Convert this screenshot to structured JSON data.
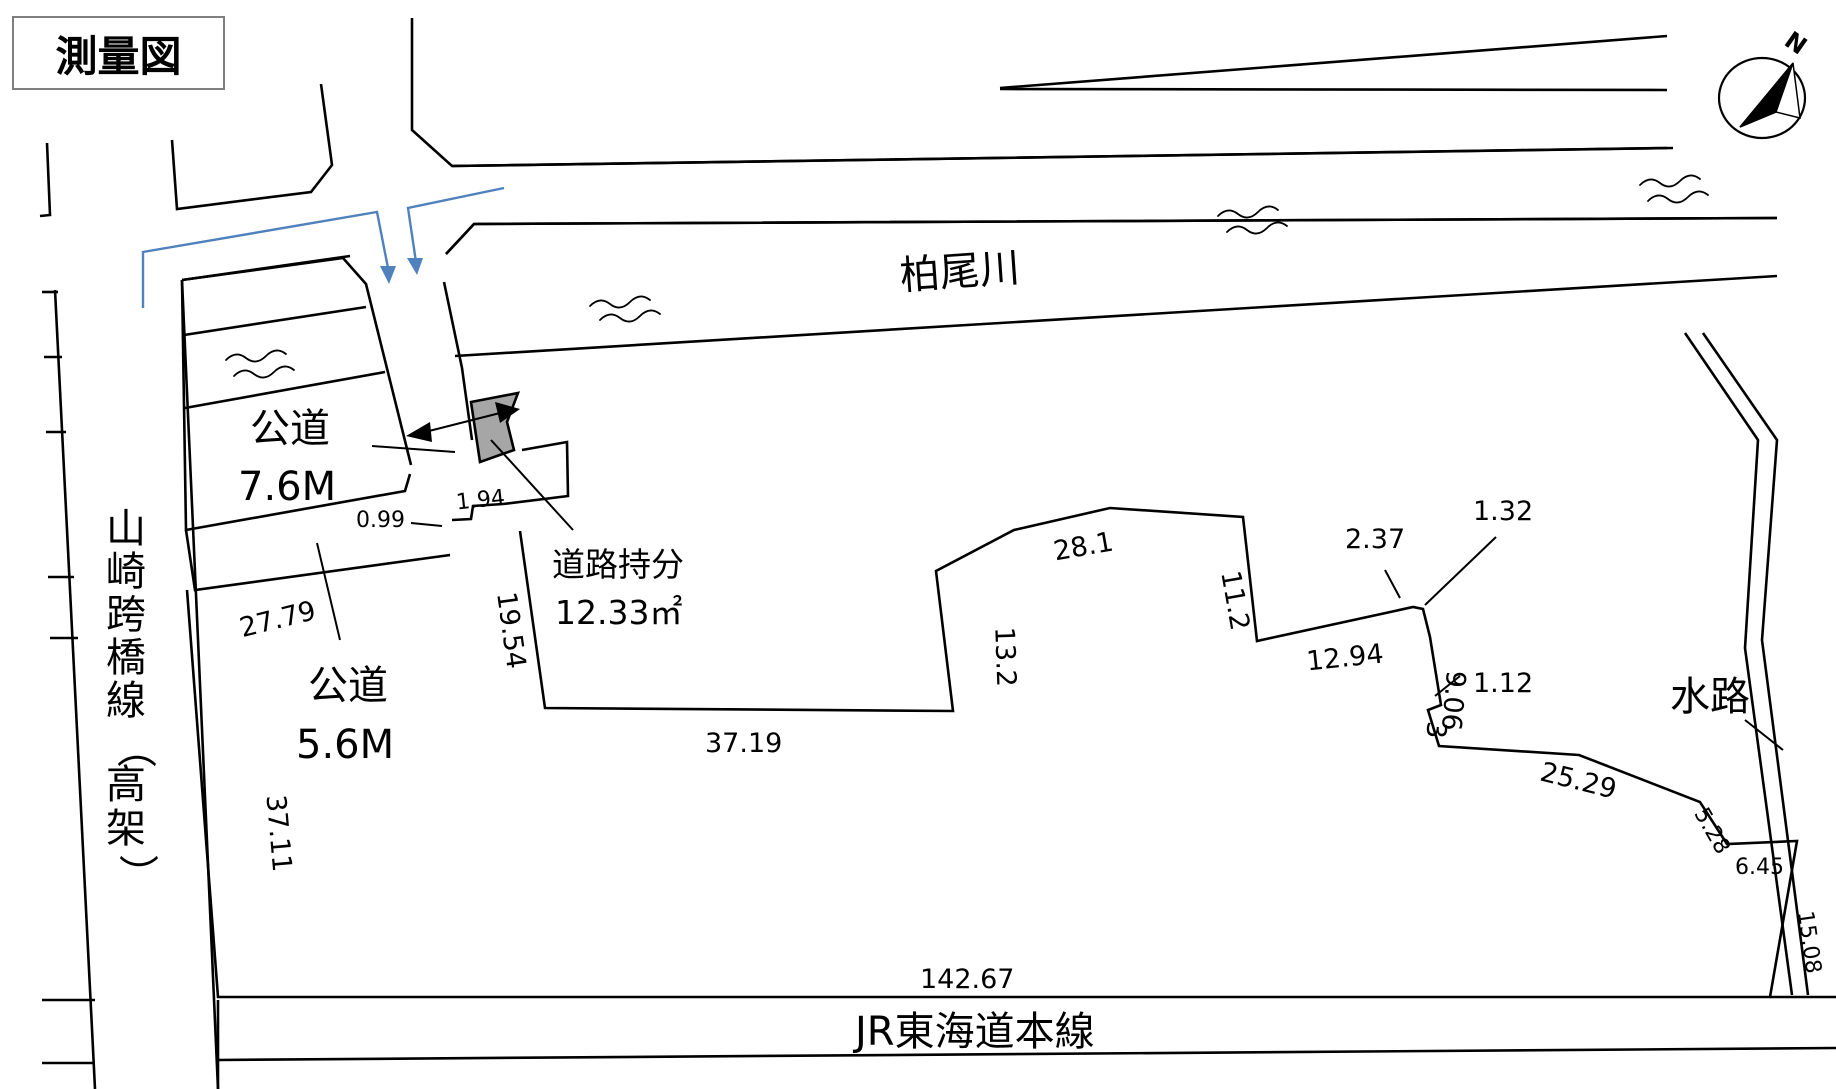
{
  "title": "測量図",
  "compass": {
    "north_label": "N"
  },
  "roads": {
    "public_road_1": {
      "label": "公道",
      "width": "7.6M"
    },
    "public_road_2": {
      "label": "公道",
      "width": "5.6M"
    },
    "viaduct": [
      "山",
      "崎",
      "跨",
      "橋",
      "線",
      "（",
      "高",
      "架",
      "）"
    ],
    "railway": "JR東海道本線"
  },
  "river": "柏尾川",
  "waterway": "水路",
  "road_share": {
    "label": "道路持分",
    "area": "12.33㎡"
  },
  "dimensions": {
    "d0_99": "0.99",
    "d1_94": "1.94",
    "d27_79": "27.79",
    "d19_54": "19.54",
    "d37_19": "37.19",
    "d13_2": "13.2",
    "d28_1": "28.1",
    "d11_2": "11.2",
    "d12_94": "12.94",
    "d2_37": "2.37",
    "d1_32": "1.32",
    "d9_06": "9.06",
    "d1_12": "1.12",
    "d3": "3",
    "d25_29": "25.29",
    "d5_28": "5.28",
    "d6_45": "6.45",
    "d15_08": "15.08",
    "d142_67": "142.67",
    "d37_11": "37.11"
  },
  "colors": {
    "arrow_blue": "#4f81bd",
    "share_fill": "#a6a6a6",
    "line": "#000000"
  }
}
